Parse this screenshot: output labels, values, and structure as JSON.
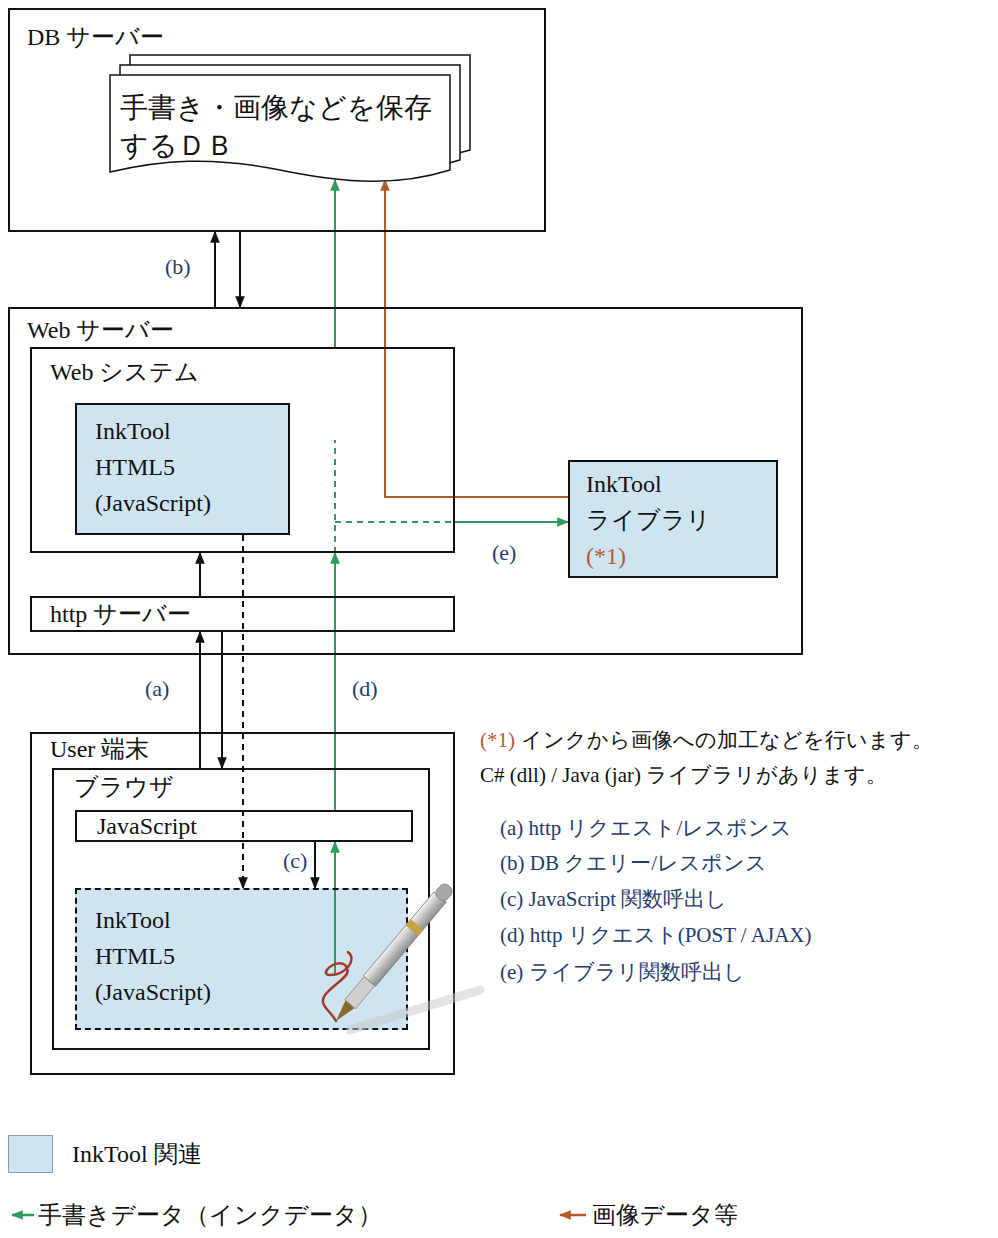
{
  "diagram": {
    "nodes": [
      {
        "text": [
          "DB サーバー"
        ]
      },
      {
        "text": [
          "手書き・画像などを保存 するＤＢ"
        ],
        "in": 0
      },
      {
        "text": [
          "Web サーバー"
        ]
      },
      {
        "text": [
          "Web システム"
        ],
        "in": 2
      },
      {
        "text": [
          "InkTool HTML5 (JavaScript)"
        ],
        "in": 3
      },
      {
        "text": [
          "http サーバー"
        ],
        "in": 2
      },
      {
        "text": [
          "InkTool ライブラリ",
          "(*1)"
        ],
        "in": 2
      },
      {
        "text": [
          "User 端末"
        ]
      },
      {
        "text": [
          "ブラウザ"
        ],
        "in": 7
      },
      {
        "text": [
          "JavaScript"
        ],
        "in": 8
      },
      {
        "text": [
          "InkTool HTML5 (JavaScript)"
        ],
        "in": 8
      }
    ],
    "edges": [
      {
        "from": 2,
        "to": 0,
        "arrow": "to",
        "label": "(b)"
      },
      {
        "from": 0,
        "to": 2,
        "arrow": "to"
      },
      {
        "from": 8,
        "to": 5,
        "arrow": "to",
        "label": "(a)"
      },
      {
        "from": 5,
        "to": 8,
        "arrow": "to"
      },
      {
        "from": 5,
        "to": 3,
        "arrow": "to"
      },
      {
        "from": 4,
        "to": 10,
        "arrow": "to"
      },
      {
        "from": 9,
        "to": 10,
        "arrow": "to",
        "label": "(c)"
      },
      {
        "from": 10,
        "to": 9,
        "arrow": "to"
      },
      {
        "from": 9,
        "to": 3,
        "arrow": "to",
        "label": "(d)"
      },
      {
        "from": 3,
        "to": 1,
        "arrow": "to"
      },
      {
        "from": 3,
        "to": 6,
        "arrow": "to",
        "label": "(e)"
      },
      {
        "from": 6,
        "to": 1,
        "arrow": "to"
      }
    ],
    "labels": [
      "(*1)",
      "インクから画像への加工などを行います。",
      "C# (dll) / Java (jar) ライブラリがあります。",
      "(a) http リクエスト/レスポンス",
      "(b) DB クエリー/レスポンス",
      "(c) JavaScript 関数呼出し",
      "(d) http リクエスト(POST / AJAX)",
      "(e) ライブラリ関数呼出し"
    ],
    "legend": [
      {
        "text": "InkTool 関連",
        "color": "#cfe4f1"
      },
      {
        "text": "手書きデータ（インクデータ）"
      },
      {
        "text": "画像データ等"
      }
    ]
  }
}
